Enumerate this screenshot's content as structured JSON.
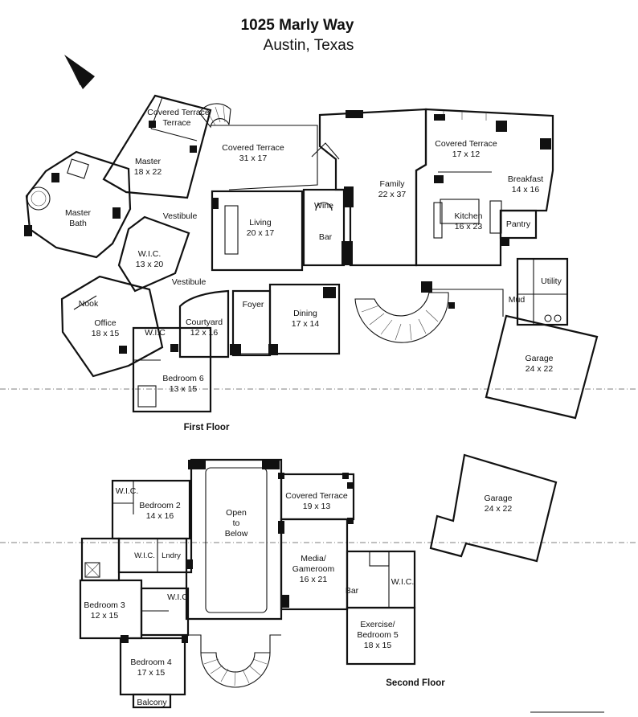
{
  "header": {
    "address": "1025 Marly Way",
    "city": "Austin, Texas"
  },
  "first_floor": {
    "label": "First Floor",
    "rooms": [
      {
        "name": "Covered Terrace",
        "size": ""
      },
      {
        "name": "Master",
        "size": "18 x 22"
      },
      {
        "name": "Covered Terrace",
        "size": "31 x 17"
      },
      {
        "name": "Master Bath",
        "size": ""
      },
      {
        "name": "Vestibule",
        "size": ""
      },
      {
        "name": "Living",
        "size": "20 x 17"
      },
      {
        "name": "Wine",
        "size": ""
      },
      {
        "name": "Bar",
        "size": ""
      },
      {
        "name": "Family",
        "size": "22 x 37"
      },
      {
        "name": "Covered Terrace",
        "size": "17 x 12"
      },
      {
        "name": "Breakfast",
        "size": "14 x 16"
      },
      {
        "name": "Kitchen",
        "size": "16 x 23"
      },
      {
        "name": "Pantry",
        "size": ""
      },
      {
        "name": "W.I.C.",
        "size": "13 x 20"
      },
      {
        "name": "Vestibule",
        "size": ""
      },
      {
        "name": "Nook",
        "size": ""
      },
      {
        "name": "Office",
        "size": "18 x 15"
      },
      {
        "name": "W.I.C",
        "size": ""
      },
      {
        "name": "Courtyard",
        "size": "12 x 16"
      },
      {
        "name": "Foyer",
        "size": ""
      },
      {
        "name": "Dining",
        "size": "17 x 14"
      },
      {
        "name": "Utility",
        "size": ""
      },
      {
        "name": "Mud",
        "size": ""
      },
      {
        "name": "Bedroom 6",
        "size": "13 x 15"
      },
      {
        "name": "Garage",
        "size": "24 x 22"
      }
    ]
  },
  "second_floor": {
    "label": "Second Floor",
    "rooms": [
      {
        "name": "W.I.C.",
        "size": ""
      },
      {
        "name": "Bedroom 2",
        "size": "14 x 16"
      },
      {
        "name": "Open to Below",
        "size": ""
      },
      {
        "name": "Covered Terrace",
        "size": "19 x 13"
      },
      {
        "name": "W.I.C.",
        "size": ""
      },
      {
        "name": "Lndry",
        "size": ""
      },
      {
        "name": "Media/ Gameroom",
        "size": "16 x 21"
      },
      {
        "name": "Bar",
        "size": ""
      },
      {
        "name": "W.I.C.",
        "size": ""
      },
      {
        "name": "W.I.C",
        "size": ""
      },
      {
        "name": "Bedroom 3",
        "size": "12 x 15"
      },
      {
        "name": "Exercise/ Bedroom 5",
        "size": "18 x 15"
      },
      {
        "name": "Bedroom 4",
        "size": "17 x 15"
      },
      {
        "name": "Balcony",
        "size": ""
      },
      {
        "name": "Garage",
        "size": "24 x 22"
      }
    ]
  }
}
